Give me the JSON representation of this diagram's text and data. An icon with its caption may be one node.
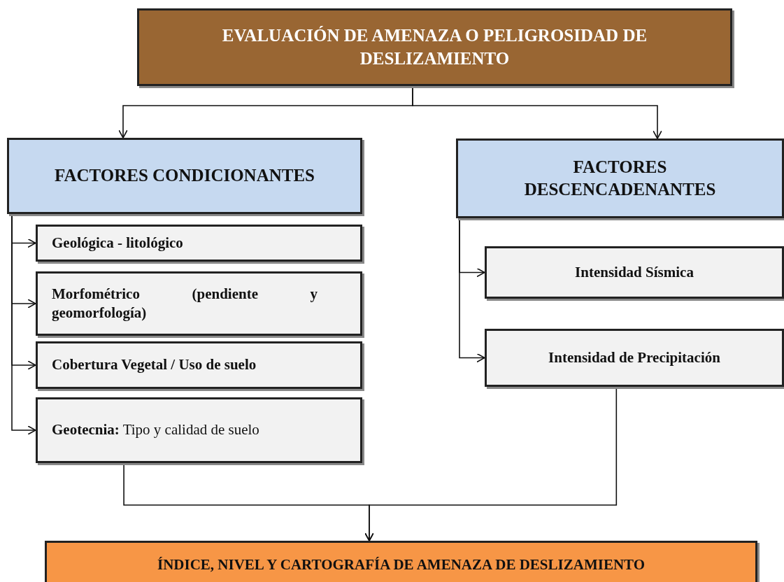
{
  "diagram": {
    "nodes": [
      {
        "text": [
          "EVALUACIÓN DE AMENAZA O PELIGROSIDAD DE DESLIZAMIENTO"
        ]
      },
      {
        "text": [
          "FACTORES CONDICIONANTES"
        ]
      },
      {
        "text": [
          "FACTORES DESCENCADENANTES"
        ]
      },
      {
        "text": [
          "Geológica - litológico"
        ]
      },
      {
        "text": [
          "Morfométrico (pendiente y geomorfología)"
        ]
      },
      {
        "text": [
          "Cobertura Vegetal / Uso de suelo"
        ]
      },
      {
        "text": [
          "**Geotecnia:** Tipo y calidad de suelo"
        ]
      },
      {
        "text": [
          "Intensidad Sísmica"
        ]
      },
      {
        "text": [
          "Intensidad de Precipitación"
        ]
      },
      {
        "text": [
          "ÍNDICE, NIVEL Y CARTOGRAFÍA DE AMENAZA DE DESLIZAMIENTO"
        ]
      }
    ],
    "edges": [
      {
        "from": 0,
        "to": 1,
        "arrow": "to"
      },
      {
        "from": 0,
        "to": 2,
        "arrow": "to"
      },
      {
        "from": 1,
        "to": 3,
        "arrow": "to"
      },
      {
        "from": 1,
        "to": 4,
        "arrow": "to"
      },
      {
        "from": 1,
        "to": 5,
        "arrow": "to"
      },
      {
        "from": 1,
        "to": 6,
        "arrow": "to"
      },
      {
        "from": 2,
        "to": 7,
        "arrow": "to"
      },
      {
        "from": 2,
        "to": 8,
        "arrow": "to"
      },
      {
        "from": 6,
        "to": 9,
        "arrow": "to"
      },
      {
        "from": 8,
        "to": 9,
        "arrow": "to"
      }
    ]
  }
}
